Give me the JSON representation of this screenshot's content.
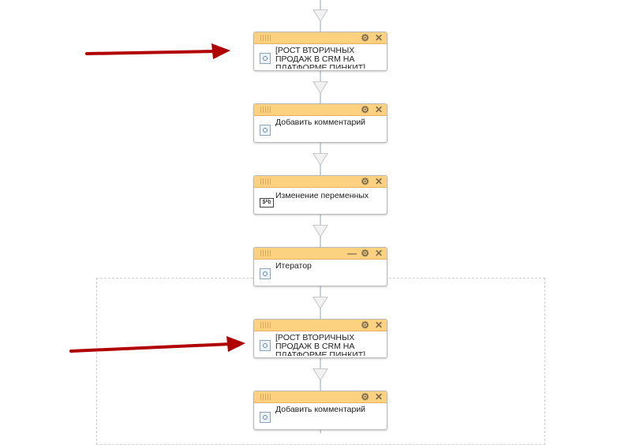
{
  "blocks": [
    {
      "title": "[РОСТ ВТОРИЧНЫХ ПРОДАЖ В CRM НА ПЛАТФОРМЕ ПИНКИТ]",
      "icon": "activity-icon"
    },
    {
      "title": "Добавить комментарий",
      "icon": "activity-icon"
    },
    {
      "title": "Изменение переменных",
      "icon": "variables-icon",
      "icon_text": "$ᴬb"
    },
    {
      "title": "Итератор",
      "icon": "activity-icon"
    },
    {
      "title": "[РОСТ ВТОРИЧНЫХ ПРОДАЖ В CRM НА ПЛАТФОРМЕ ПИНКИТ]",
      "icon": "activity-icon"
    },
    {
      "title": "Добавить комментарий",
      "icon": "activity-icon"
    }
  ],
  "controls": {
    "gear": "⚙",
    "close": "✕",
    "minimize": "—"
  },
  "colors": {
    "header": "#fcd17f",
    "arrow": "#b00000"
  }
}
